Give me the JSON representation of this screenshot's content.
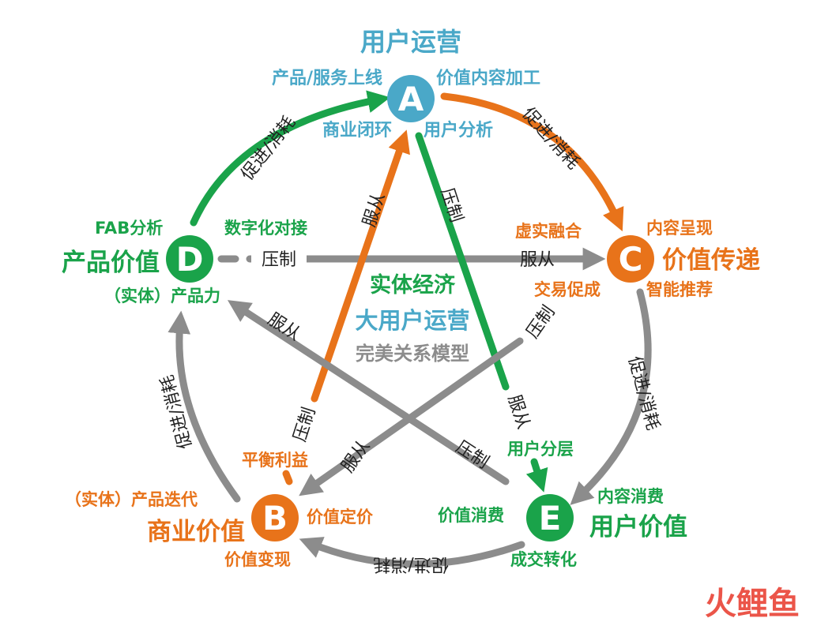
{
  "colors": {
    "teal": "#4aa8c8",
    "green": "#1aa34a",
    "orange": "#e8731a",
    "gray": "#8c8c8c",
    "red": "#e8382a",
    "dark": "#222222"
  },
  "center": {
    "line1": "实体经济",
    "line2": "大用户运营",
    "line3": "完美关系模型"
  },
  "nodes": {
    "A": {
      "letter": "A",
      "title": "用户运营",
      "left_top": "产品/服务上线",
      "right_top": "价值内容加工",
      "left_bottom": "商业闭环",
      "right_bottom": "用户分析"
    },
    "C": {
      "letter": "C",
      "title": "价值传递",
      "top_left": "虚实融合",
      "top_right": "内容呈现",
      "bottom_left": "交易促成",
      "bottom_right": "智能推荐"
    },
    "D": {
      "letter": "D",
      "title": "产品价值",
      "top_left": "FAB分析",
      "top_right": "数字化对接",
      "bottom": "（实体）产品力"
    },
    "B": {
      "letter": "B",
      "title": "商业价值",
      "top_left": "（实体）产品迭代",
      "top": "平衡利益",
      "right": "价值定价",
      "bottom": "价值变现"
    },
    "E": {
      "letter": "E",
      "title": "用户价值",
      "top": "用户分层",
      "left": "价值消费",
      "right": "内容消费",
      "bottom": "成交转化"
    }
  },
  "edge_labels": {
    "promote": "促进/消耗",
    "suppress": "压制",
    "obey": "服从"
  },
  "watermark": "火鲤鱼"
}
